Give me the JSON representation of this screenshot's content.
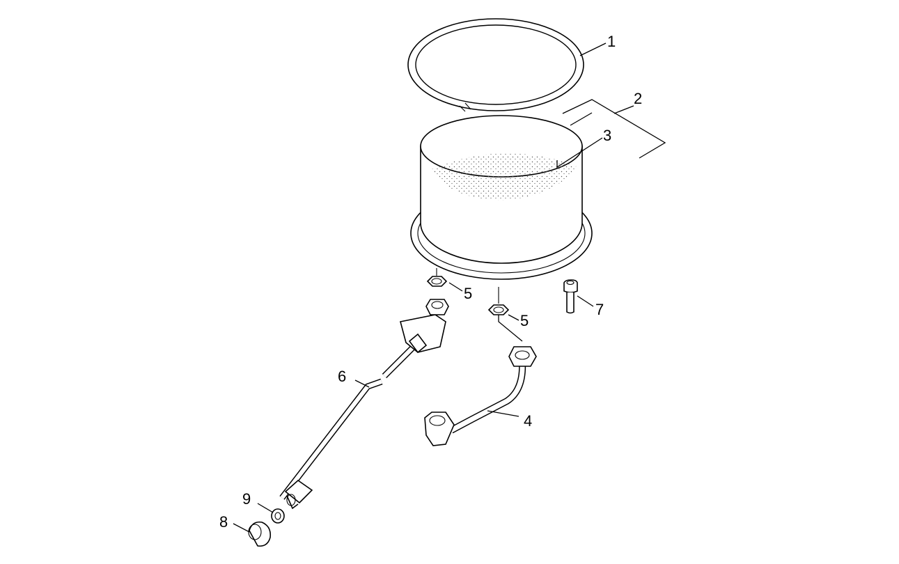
{
  "labels": {
    "l1": "1",
    "l2": "2",
    "l3": "3",
    "l4": "4",
    "l5a": "5",
    "l5b": "5",
    "l6": "6",
    "l7": "7",
    "l8": "8",
    "l9": "9"
  },
  "colors": {
    "stroke": "#000000",
    "background": "#ffffff",
    "filter_dots": "#555555"
  }
}
